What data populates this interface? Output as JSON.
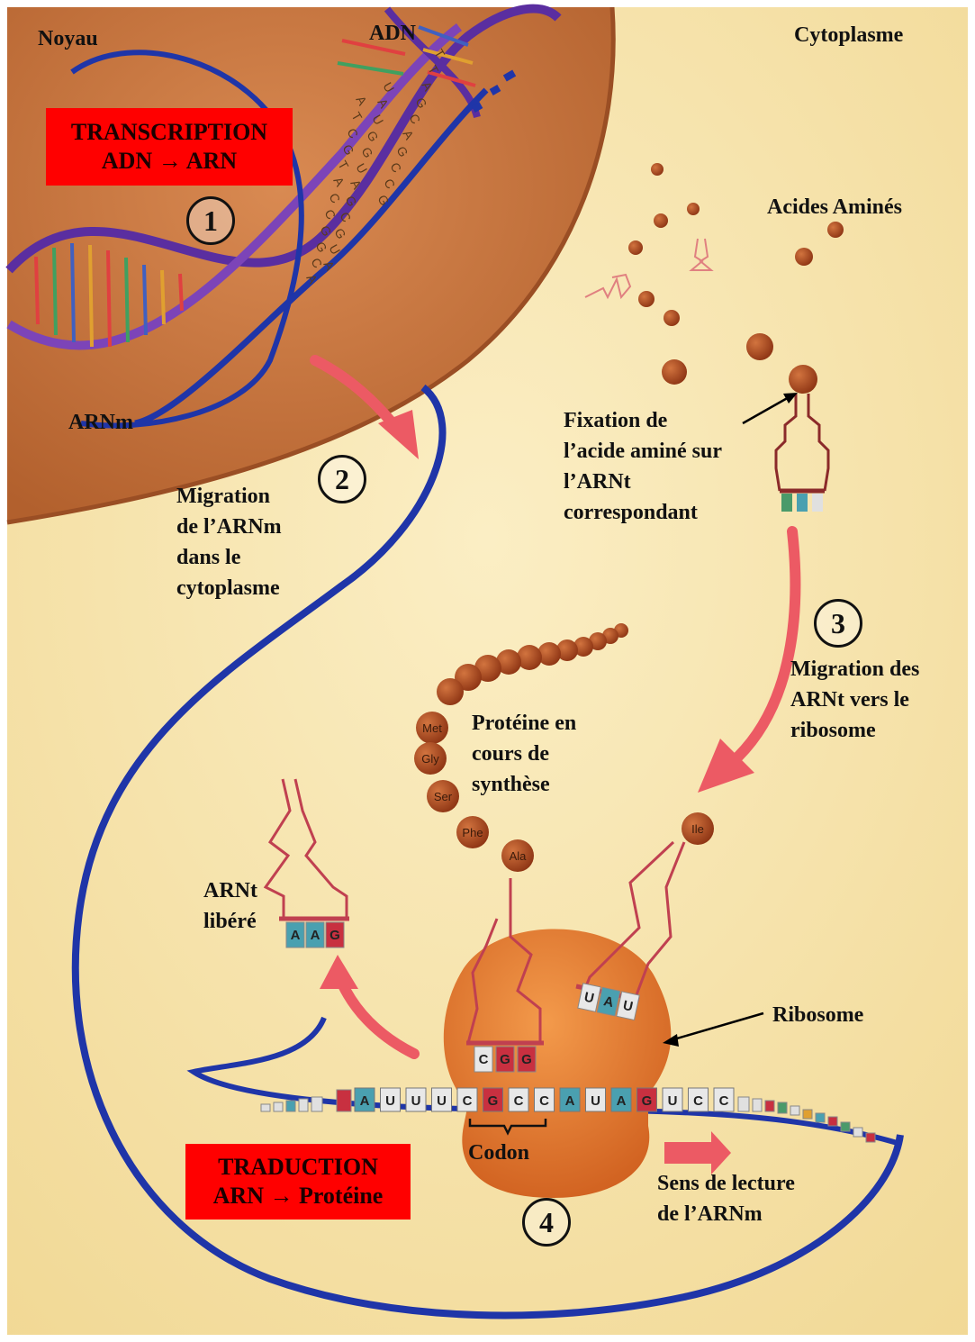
{
  "labels": {
    "noyau": "Noyau",
    "adn": "ADN",
    "cytoplasme": "Cytoplasme",
    "arnm": "ARNm",
    "acides_amines": "Acides Aminés",
    "fixation": [
      "Fixation de",
      "l’acide aminé sur",
      "l’ARNt",
      "correspondant"
    ],
    "migration_arnm": [
      "Migration",
      "de l’ARNm",
      "dans le",
      "cytoplasme"
    ],
    "migration_arnt": [
      "Migration des",
      "ARNt vers le",
      "ribosome"
    ],
    "proteine": [
      "Protéine en",
      "cours de",
      "synthèse"
    ],
    "arnt_libere": [
      "ARNt",
      "libéré"
    ],
    "ribosome": "Ribosome",
    "codon": "Codon",
    "sens_lecture": [
      "Sens de lecture",
      "de l’ARNm"
    ]
  },
  "boxes": {
    "transcription": [
      "TRANSCRIPTION",
      "ADN → ARN"
    ],
    "traduction": [
      "TRADUCTION",
      "ARN → Protéine"
    ]
  },
  "steps": [
    "1",
    "2",
    "3",
    "4"
  ],
  "amino_acids": [
    "Met",
    "Gly",
    "Ser",
    "Phe",
    "Ala",
    "Ile"
  ],
  "dna_letters_left": [
    "A",
    "T",
    "C",
    "G",
    "T",
    "A",
    "C",
    "C",
    "G",
    "G",
    "C",
    "A"
  ],
  "dna_letters_right": [
    "U",
    "A",
    "U",
    "G",
    "G",
    "U",
    "A",
    "G",
    "C",
    "G",
    "U",
    "A"
  ],
  "dna_letters_far": [
    "T",
    "T",
    "A",
    "G",
    "C",
    "A",
    "G",
    "C",
    "C",
    "G"
  ],
  "mrna_sequence": [
    "A",
    "U",
    "U",
    "U",
    "C",
    "G",
    "C",
    "C",
    "A",
    "U",
    "A",
    "G",
    "U",
    "C",
    "C"
  ],
  "anticodon_released": [
    "A",
    "A",
    "G"
  ],
  "anticodon_site1": [
    "C",
    "G",
    "G"
  ],
  "anticodon_site2": [
    "U",
    "A",
    "U"
  ],
  "colors": {
    "nucleus": "#c9733d",
    "cytoplasm": "#f6e3a8",
    "mrna": "#1f35a8",
    "arrow": "#ec5a64",
    "amino_acid": "#a8441d",
    "ribosome": "#e0762f",
    "red_box": "#ff0000"
  }
}
